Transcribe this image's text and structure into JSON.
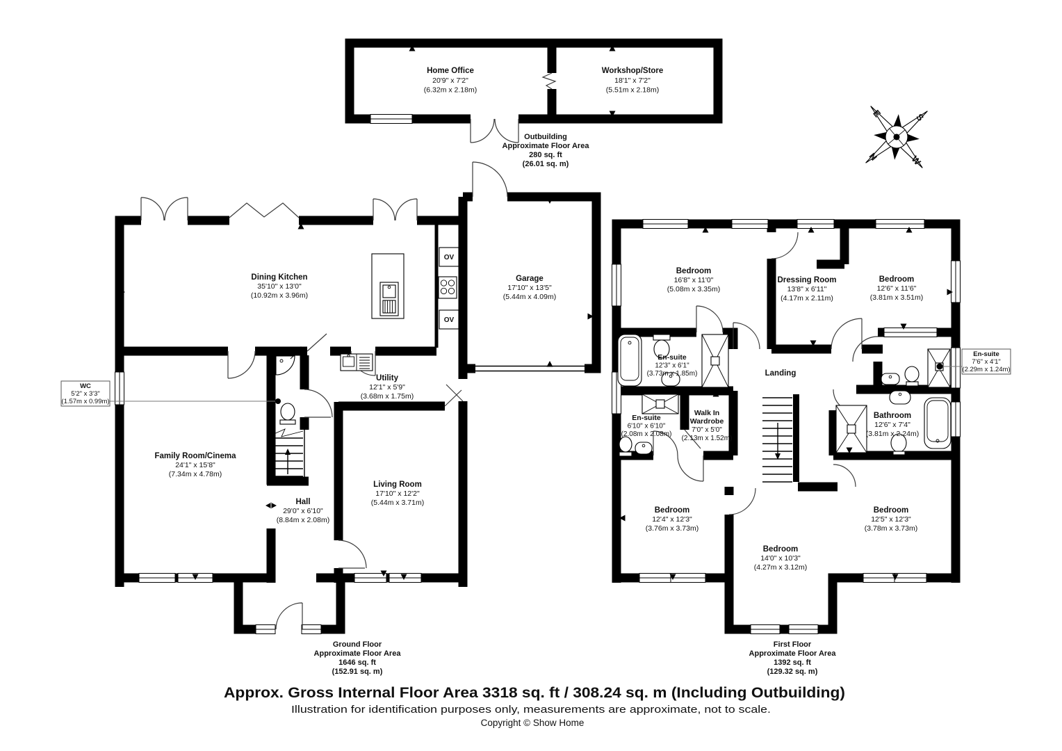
{
  "compass": {
    "n": "N",
    "e": "E",
    "s": "S",
    "w": "W"
  },
  "outbuilding": {
    "rooms": {
      "home_office": {
        "name": "Home Office",
        "imperial": "20'9\" x 7'2\"",
        "metric": "(6.32m x 2.18m)"
      },
      "workshop_store": {
        "name": "Workshop/Store",
        "imperial": "18'1\" x 7'2\"",
        "metric": "(5.51m x 2.18m)"
      }
    },
    "summary": {
      "line1": "Outbuilding",
      "line2": "Approximate Floor Area",
      "line3": "280 sq. ft",
      "line4": "(26.01 sq. m)"
    }
  },
  "ground_floor": {
    "oven_label": "OV",
    "rooms": {
      "dining_kitchen": {
        "name": "Dining Kitchen",
        "imperial": "35'10\" x 13'0\"",
        "metric": "(10.92m x 3.96m)"
      },
      "wc": {
        "name": "WC",
        "imperial": "5'2\" x 3'3\"",
        "metric": "(1.57m x 0.99m)"
      },
      "family_room_cinema": {
        "name": "Family Room/Cinema",
        "imperial": "24'1\" x 15'8\"",
        "metric": "(7.34m x 4.78m)"
      },
      "hall": {
        "name": "Hall",
        "imperial": "29'0\" x 6'10\"",
        "metric": "(8.84m x 2.08m)"
      },
      "utility": {
        "name": "Utility",
        "imperial": "12'1\" x 5'9\"",
        "metric": "(3.68m x 1.75m)"
      },
      "living_room": {
        "name": "Living Room",
        "imperial": "17'10\" x 12'2\"",
        "metric": "(5.44m x 3.71m)"
      },
      "garage": {
        "name": "Garage",
        "imperial": "17'10\" x 13'5\"",
        "metric": "(5.44m x 4.09m)"
      }
    },
    "summary": {
      "line1": "Ground Floor",
      "line2": "Approximate Floor Area",
      "line3": "1646 sq. ft",
      "line4": "(152.91 sq. m)"
    }
  },
  "first_floor": {
    "rooms": {
      "bedroom_1": {
        "name": "Bedroom",
        "imperial": "16'8\" x 11'0\"",
        "metric": "(5.08m x 3.35m)"
      },
      "dressing_room": {
        "name": "Dressing Room",
        "imperial": "13'8\" x 6'11\"",
        "metric": "(4.17m x 2.11m)"
      },
      "bedroom_2": {
        "name": "Bedroom",
        "imperial": "12'6\" x 11'6\"",
        "metric": "(3.81m x 3.51m)"
      },
      "en_suite_1": {
        "name": "En-suite",
        "imperial": "12'3\" x 6'1\"",
        "metric": "(3.73m x 1.85m)"
      },
      "en_suite_2": {
        "name": "En-suite",
        "imperial": "6'10\" x 6'10\"",
        "metric": "(2.08m x 2.08m)"
      },
      "walk_in_wardrobe": {
        "name_line1": "Walk In",
        "name_line2": "Wardrobe",
        "imperial": "7'0\" x 5'0\"",
        "metric": "(2.13m x 1.52m)"
      },
      "landing": {
        "name": "Landing"
      },
      "en_suite_3": {
        "name": "En-suite",
        "imperial": "7'6\" x 4'1\"",
        "metric": "(2.29m x 1.24m)"
      },
      "bathroom": {
        "name": "Bathroom",
        "imperial": "12'6\" x 7'4\"",
        "metric": "(3.81m x 2.24m)"
      },
      "bedroom_3": {
        "name": "Bedroom",
        "imperial": "12'4\" x 12'3\"",
        "metric": "(3.76m x 3.73m)"
      },
      "bedroom_4": {
        "name": "Bedroom",
        "imperial": "14'0\" x 10'3\"",
        "metric": "(4.27m x 3.12m)"
      },
      "bedroom_5": {
        "name": "Bedroom",
        "imperial": "12'5\" x 12'3\"",
        "metric": "(3.78m x 3.73m)"
      }
    },
    "summary": {
      "line1": "First Floor",
      "line2": "Approximate Floor Area",
      "line3": "1392 sq. ft",
      "line4": "(129.32 sq. m)"
    }
  },
  "footer": {
    "title": "Approx. Gross Internal Floor Area 3318 sq. ft / 308.24 sq. m (Including Outbuilding)",
    "disclaimer": "Illustration for identification purposes only, measurements are approximate, not to scale.",
    "copyright": "Copyright © Show Home"
  }
}
